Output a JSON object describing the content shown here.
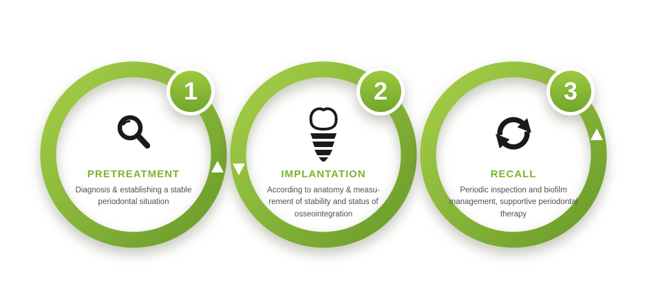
{
  "steps": [
    {
      "number": "1",
      "title": "PRETREATMENT",
      "description": "Diagnosis & establishing a stable periodontal situation",
      "icon": "magnifier-icon"
    },
    {
      "number": "2",
      "title": "IMPLANTATION",
      "description": "According to anatomy & measu-rement of stability and status of osseointegration",
      "icon": "implant-icon"
    },
    {
      "number": "3",
      "title": "RECALL",
      "description": "Periodic inspection and biofilm management, supportive periodontal therapy",
      "icon": "recall-cycle-icon"
    }
  ],
  "colors": {
    "ring_light": "#a6cf48",
    "ring_dark": "#699b2a",
    "badge_light": "#9cc93e",
    "badge_dark": "#72a62c",
    "title_green": "#79b52d",
    "text_gray": "#4f4f4f",
    "icon_black": "#1a1a1a",
    "arrow_white": "#ffffff"
  }
}
